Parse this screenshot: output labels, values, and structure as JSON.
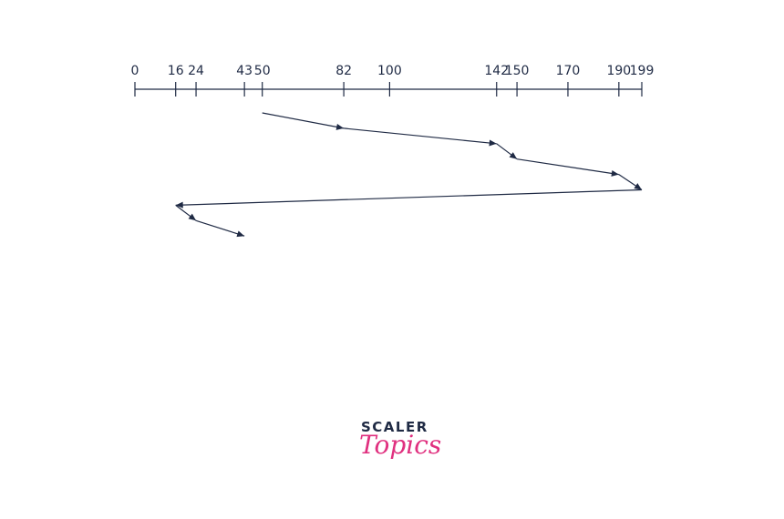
{
  "diagram": {
    "type": "disk-scheduling-track",
    "scale_min": 0,
    "scale_max": 199,
    "tick_values": [
      0,
      16,
      24,
      43,
      50,
      82,
      100,
      142,
      150,
      170,
      190,
      199
    ],
    "tick_labels": [
      "0",
      "16",
      "24",
      "43",
      "50",
      "82",
      "100",
      "142",
      "150",
      "170",
      "190",
      "199"
    ],
    "sequence": [
      50,
      82,
      142,
      150,
      190,
      199,
      16,
      24,
      43
    ],
    "arrowheads_on": [
      82,
      142,
      150,
      190,
      199,
      16,
      24,
      43
    ],
    "colors": {
      "line": "#1f2a44",
      "text": "#1f2a44"
    }
  },
  "logo": {
    "brand": "SCALER",
    "sub": "Topics",
    "brand_color": "#1f2a44",
    "sub_color": "#e0307f"
  }
}
